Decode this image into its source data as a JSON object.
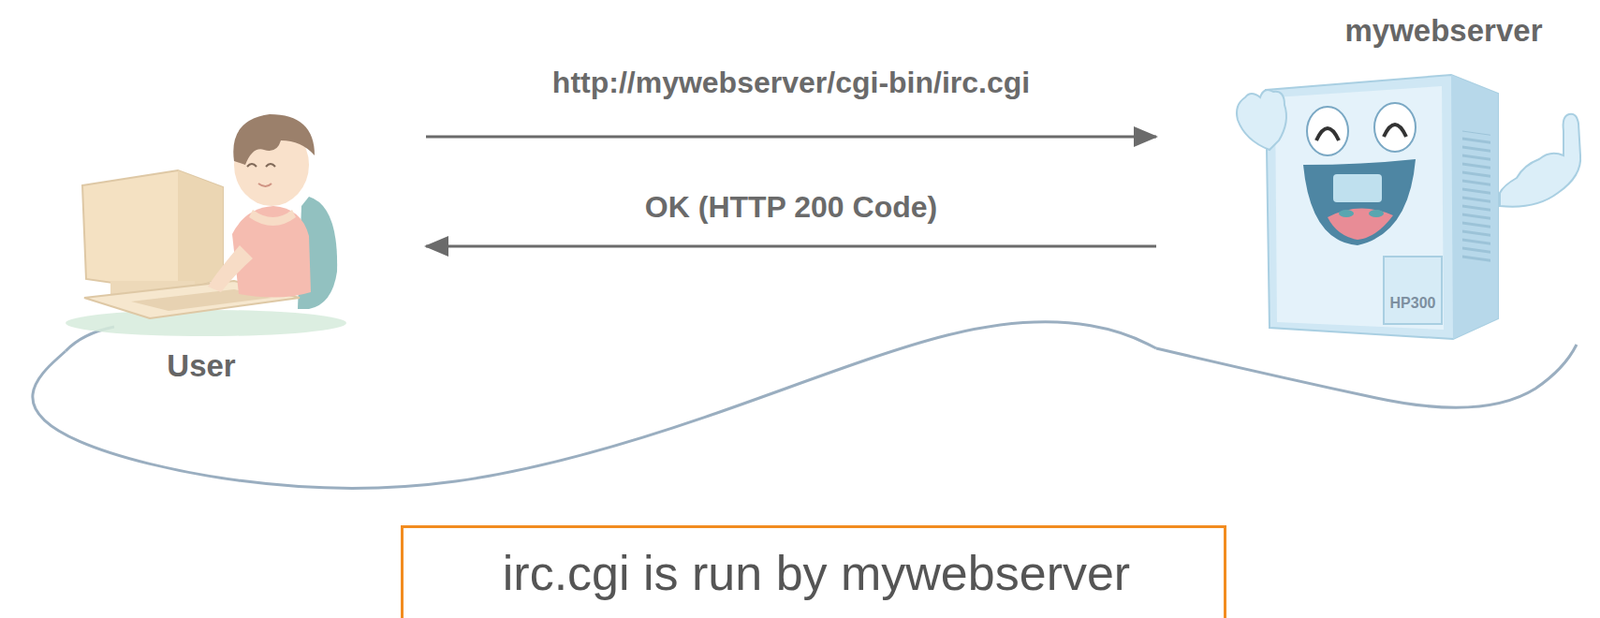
{
  "diagram": {
    "nodes": [
      {
        "text": [
          "User"
        ]
      },
      {
        "text": [
          "mywebserver"
        ]
      },
      {
        "text": [
          "irc.cgi is run by mywebserver"
        ]
      }
    ],
    "edges": [
      {
        "from": 0,
        "to": 1,
        "label": "http://mywebserver/cgi-bin/irc.cgi",
        "arrow": "to"
      },
      {
        "from": 1,
        "to": 0,
        "label": "OK (HTTP 200 Code)",
        "arrow": "to"
      },
      {
        "from": 0,
        "to": 1,
        "arrow": "none"
      }
    ],
    "labels": [
      "HP300"
    ]
  }
}
